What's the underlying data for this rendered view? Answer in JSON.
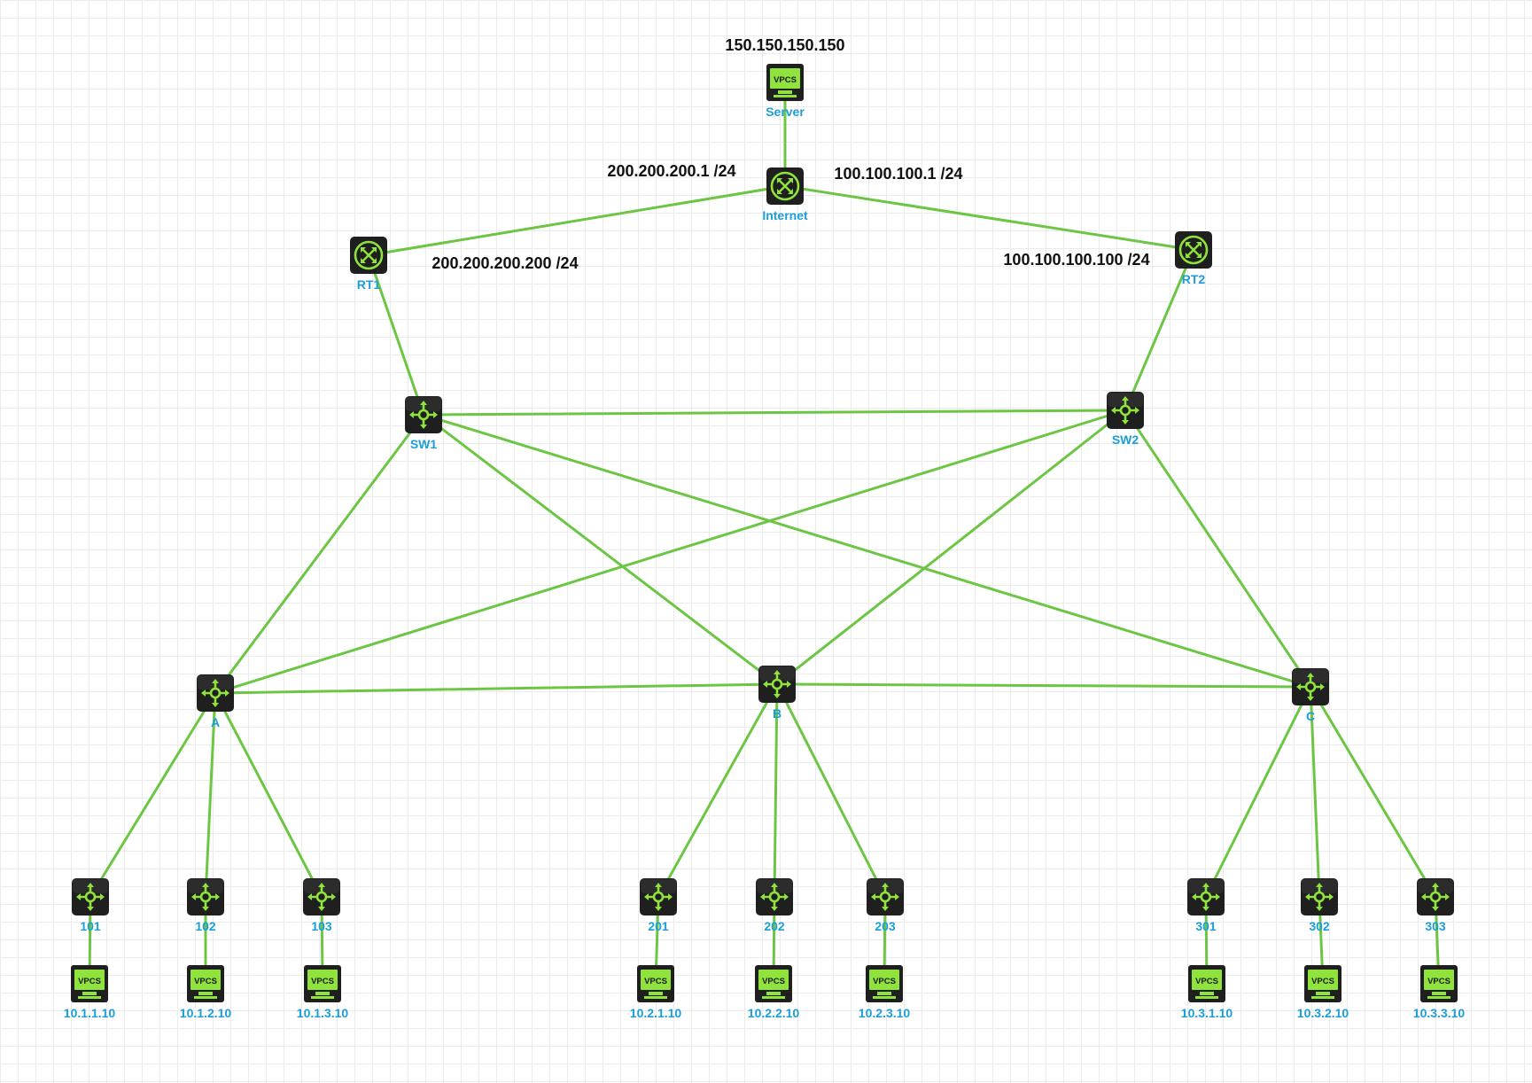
{
  "diagram": {
    "colors": {
      "link": "#6cc644",
      "icon_body": "#1f1f1f",
      "icon_glyph": "#8fe33c",
      "node_label": "#1a9ed9",
      "ip_label": "#111111"
    },
    "nodes": [
      {
        "id": "server",
        "label": "Server",
        "type": "vpcs",
        "screen_text": "VPCS"
      },
      {
        "id": "internet",
        "label": "Internet",
        "type": "router"
      },
      {
        "id": "rt1",
        "label": "RT1",
        "type": "router"
      },
      {
        "id": "rt2",
        "label": "RT2",
        "type": "router"
      },
      {
        "id": "sw1",
        "label": "SW1",
        "type": "switch"
      },
      {
        "id": "sw2",
        "label": "SW2",
        "type": "switch"
      },
      {
        "id": "a",
        "label": "A",
        "type": "switch"
      },
      {
        "id": "b",
        "label": "B",
        "type": "switch"
      },
      {
        "id": "c",
        "label": "C",
        "type": "switch"
      },
      {
        "id": "s101",
        "label": "101",
        "type": "switch"
      },
      {
        "id": "s102",
        "label": "102",
        "type": "switch"
      },
      {
        "id": "s103",
        "label": "103",
        "type": "switch"
      },
      {
        "id": "s201",
        "label": "201",
        "type": "switch"
      },
      {
        "id": "s202",
        "label": "202",
        "type": "switch"
      },
      {
        "id": "s203",
        "label": "203",
        "type": "switch"
      },
      {
        "id": "s301",
        "label": "301",
        "type": "switch"
      },
      {
        "id": "s302",
        "label": "302",
        "type": "switch"
      },
      {
        "id": "s303",
        "label": "303",
        "type": "switch"
      },
      {
        "id": "pc1",
        "label": "10.1.1.10",
        "type": "vpcs",
        "screen_text": "VPCS"
      },
      {
        "id": "pc2",
        "label": "10.1.2.10",
        "type": "vpcs",
        "screen_text": "VPCS"
      },
      {
        "id": "pc3",
        "label": "10.1.3.10",
        "type": "vpcs",
        "screen_text": "VPCS"
      },
      {
        "id": "pc4",
        "label": "10.2.1.10",
        "type": "vpcs",
        "screen_text": "VPCS"
      },
      {
        "id": "pc5",
        "label": "10.2.2.10",
        "type": "vpcs",
        "screen_text": "VPCS"
      },
      {
        "id": "pc6",
        "label": "10.2.3.10",
        "type": "vpcs",
        "screen_text": "VPCS"
      },
      {
        "id": "pc7",
        "label": "10.3.1.10",
        "type": "vpcs",
        "screen_text": "VPCS"
      },
      {
        "id": "pc8",
        "label": "10.3.2.10",
        "type": "vpcs",
        "screen_text": "VPCS"
      },
      {
        "id": "pc9",
        "label": "10.3.3.10",
        "type": "vpcs",
        "screen_text": "VPCS"
      }
    ],
    "links": [
      [
        "server",
        "internet"
      ],
      [
        "internet",
        "rt1"
      ],
      [
        "internet",
        "rt2"
      ],
      [
        "rt1",
        "sw1"
      ],
      [
        "rt2",
        "sw2"
      ],
      [
        "sw1",
        "sw2"
      ],
      [
        "sw1",
        "a"
      ],
      [
        "sw1",
        "b"
      ],
      [
        "sw1",
        "c"
      ],
      [
        "sw2",
        "a"
      ],
      [
        "sw2",
        "b"
      ],
      [
        "sw2",
        "c"
      ],
      [
        "a",
        "b"
      ],
      [
        "b",
        "c"
      ],
      [
        "a",
        "s101"
      ],
      [
        "a",
        "s102"
      ],
      [
        "a",
        "s103"
      ],
      [
        "b",
        "s201"
      ],
      [
        "b",
        "s202"
      ],
      [
        "b",
        "s203"
      ],
      [
        "c",
        "s301"
      ],
      [
        "c",
        "s302"
      ],
      [
        "c",
        "s303"
      ],
      [
        "s101",
        "pc1"
      ],
      [
        "s102",
        "pc2"
      ],
      [
        "s103",
        "pc3"
      ],
      [
        "s201",
        "pc4"
      ],
      [
        "s202",
        "pc5"
      ],
      [
        "s203",
        "pc6"
      ],
      [
        "s301",
        "pc7"
      ],
      [
        "s302",
        "pc8"
      ],
      [
        "s303",
        "pc9"
      ]
    ],
    "ip_labels": {
      "server": "150.150.150.150",
      "internet_to_rt1": "200.200.200.1 /24",
      "internet_to_rt2": "100.100.100.1 /24",
      "rt1": "200.200.200.200 /24",
      "rt2": "100.100.100.100 /24"
    }
  }
}
